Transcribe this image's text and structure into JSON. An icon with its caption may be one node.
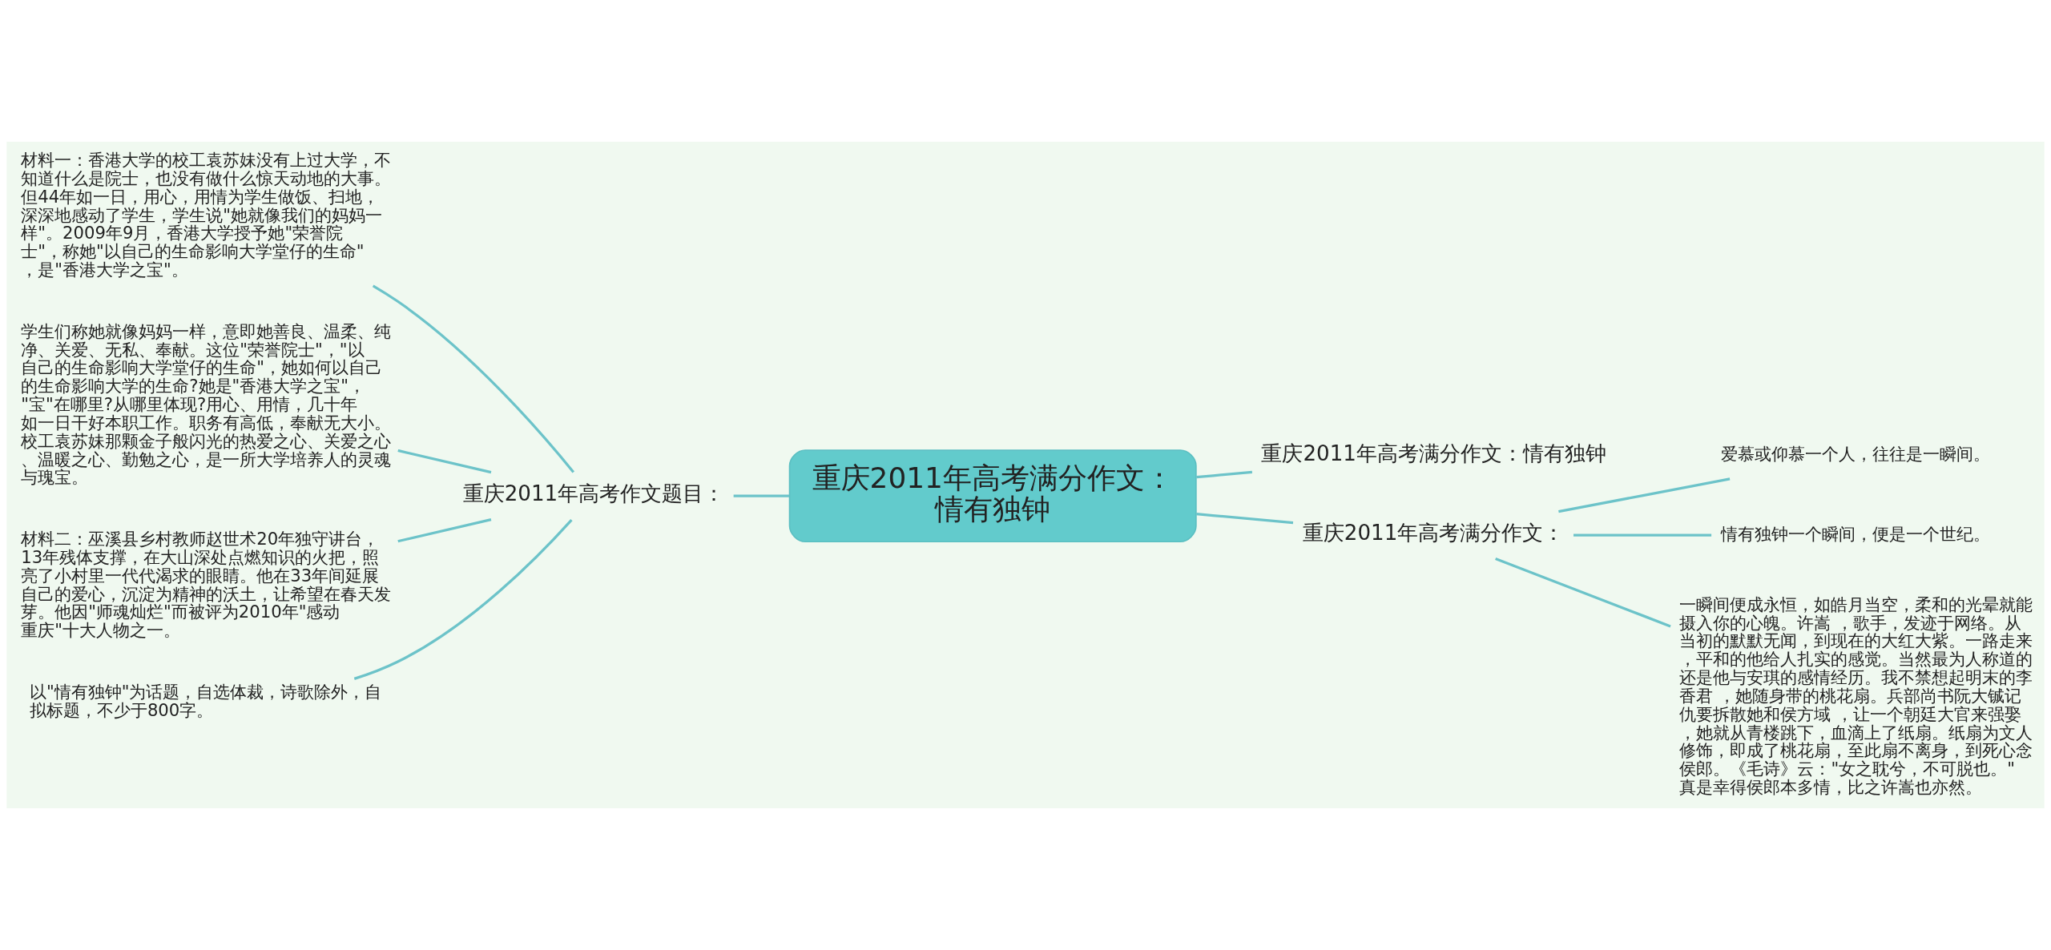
{
  "diagram": {
    "nodes": [
      {
        "text": [
          "重庆2011年高考满分作文：情有独钟"
        ]
      },
      {
        "text": [
          "重庆2011年高考作文题目："
        ]
      },
      {
        "text": [
          "材料一：香港大学的校工袁苏妹没有上过大学，不知道什么是院士，也没有做什么惊天动地的大事。但44年如一日，用心，用情为学生做饭、扫地，深深地感动了学生，学生说\"她就像我们的妈妈一样\"。2009年9月，香港大学授予她\"荣誉院士\"，称她\"以自己的生命影响大学堂仔的生命\"，是\"香港大学之宝\"。"
        ]
      },
      {
        "text": [
          "学生们称她就像妈妈一样，意即她善良、温柔、纯净、关爱、无私、奉献。这位\"荣誉院士\"，\"以自己的生命影响大学堂仔的生命\"，她如何以自己的生命影响大学的生命?她是\"香港大学之宝\"，\"宝\"在哪里?从哪里体现?用心、用情，几十年如一日干好本职工作。职务有高低，奉献无大小。校工袁苏妹那颗金子般闪光的热爱之心、关爱之心、温暖之心、勤勉之心，是一所大学培养人的灵魂与瑰宝。"
        ]
      },
      {
        "text": [
          "材料二：巫溪县乡村教师赵世术20年独守讲台，13年残体支撑，在大山深处点燃知识的火把，照亮了小村里一代代渴求的眼睛。他在33年间延展自己的爱心，沉淀为精神的沃土，让希望在春天发芽。他因\"师魂灿烂\"而被评为2010年\"感动重庆\"十大人物之一。"
        ]
      },
      {
        "text": [
          "以\"情有独钟\"为话题，自选体裁，诗歌除外，自拟标题，不少于800字。"
        ]
      },
      {
        "text": [
          "重庆2011年高考满分作文：情有独钟"
        ]
      },
      {
        "text": [
          "重庆2011年高考满分作文："
        ]
      },
      {
        "text": [
          "爱慕或仰慕一个人，往往是一瞬间。"
        ]
      },
      {
        "text": [
          "情有独钟一个瞬间，便是一个世纪。"
        ]
      },
      {
        "text": [
          "一瞬间便成永恒，如皓月当空，柔和的光晕就能摄入你的心魄。许嵩 ，歌手，发迹于网络。从当初的默默无闻，到现在的大红大紫。一路走来，平和的他给人扎实的感觉。当然最为人称道的还是他与安琪的感情经历。我不禁想起明末的李香君 ，她随身带的桃花扇。兵部尚书阮大铖记仇要拆散她和侯方域 ，让一个朝廷大官来强娶，她就从青楼跳下，血滴上了纸扇。纸扇为文人修饰，即成了桃花扇，至此扇不离身，到死心念侯郎。《毛诗》云：\"女之耽兮，不可脱也。\"真是幸得侯郎本多情，比之许嵩也亦然。"
        ]
      }
    ],
    "edges": [
      {
        "from": 0,
        "to": 1,
        "arrow": "none"
      },
      {
        "from": 1,
        "to": 2,
        "arrow": "none"
      },
      {
        "from": 1,
        "to": 3,
        "arrow": "none"
      },
      {
        "from": 1,
        "to": 4,
        "arrow": "none"
      },
      {
        "from": 1,
        "to": 5,
        "arrow": "none"
      },
      {
        "from": 0,
        "to": 6,
        "arrow": "none"
      },
      {
        "from": 0,
        "to": 7,
        "arrow": "none"
      },
      {
        "from": 7,
        "to": 8,
        "arrow": "none"
      },
      {
        "from": 7,
        "to": 9,
        "arrow": "none"
      },
      {
        "from": 7,
        "to": 10,
        "arrow": "none"
      }
    ]
  }
}
